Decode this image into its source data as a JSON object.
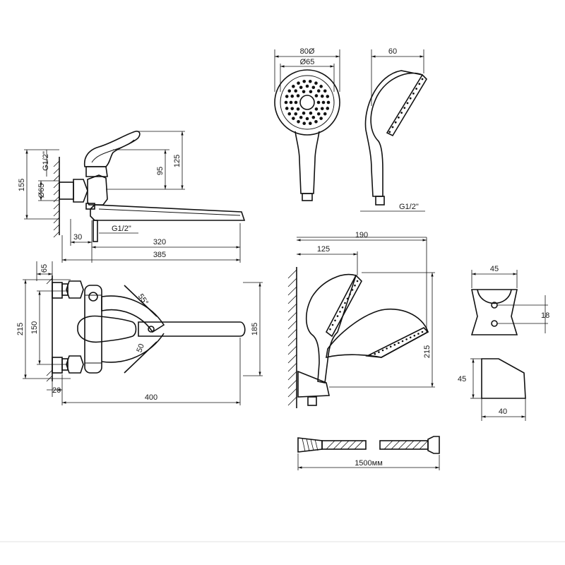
{
  "labels": {
    "faucet_side": {
      "g12_top": "G1/2\"",
      "h155": "155",
      "d65": "Ø65",
      "h95": "95",
      "h125": "125",
      "w30": "30",
      "g12_bottom": "G1/2\"",
      "w320": "320",
      "w385": "385"
    },
    "faucet_top": {
      "w65": "65",
      "h215": "215",
      "h150": "150",
      "w20": "20",
      "w400": "400",
      "h185": "185",
      "angle55": "55°",
      "angle50": "50"
    },
    "shower_head": {
      "d80": "80Ø",
      "d65": "Ø65",
      "w60": "60",
      "g12": "G1/2\""
    },
    "holder_assembly": {
      "w190": "190",
      "w125": "125",
      "h215": "215"
    },
    "bracket": {
      "w45": "45",
      "h18": "18",
      "h45": "45",
      "w40": "40"
    },
    "hose": {
      "length": "1500мм"
    }
  }
}
